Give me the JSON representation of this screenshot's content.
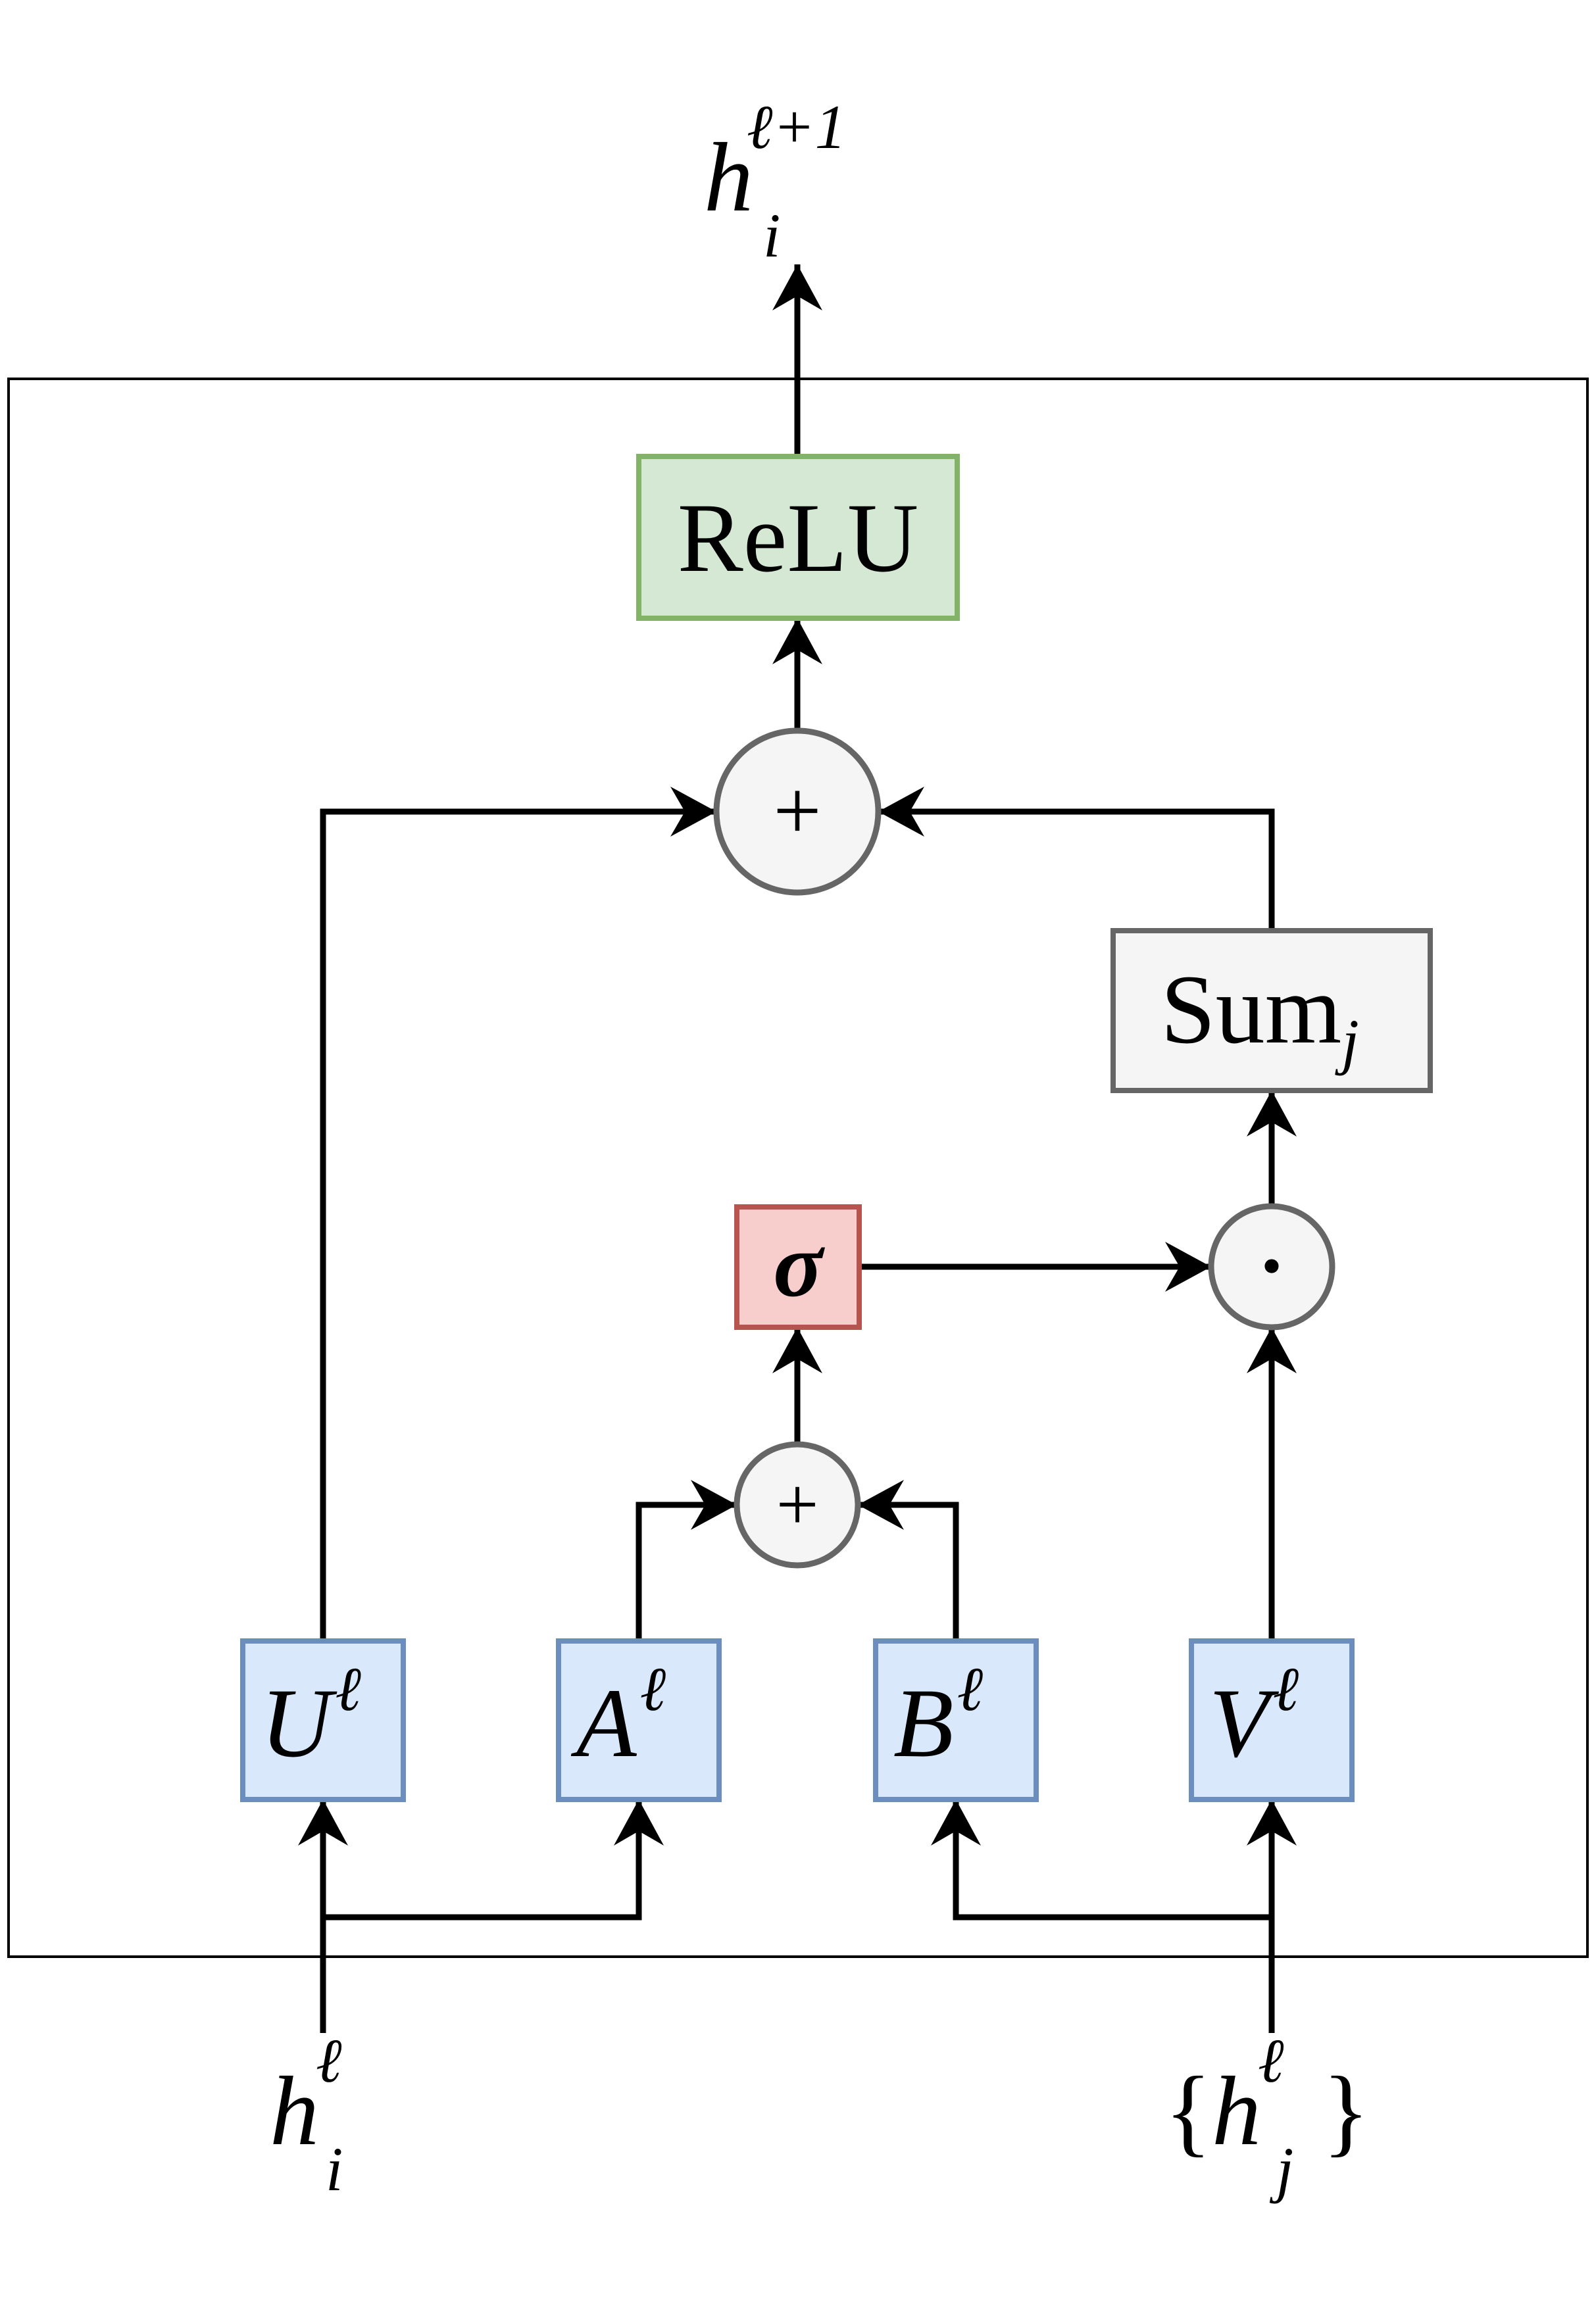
{
  "colors": {
    "relu_fill": "#d5e8d4",
    "relu_stroke": "#82b366",
    "weight_fill": "#dae8fc",
    "weight_stroke": "#6c8ebf",
    "sigma_fill": "#f8cecc",
    "sigma_stroke": "#b85450",
    "op_fill": "#f5f5f5",
    "op_stroke": "#666666"
  },
  "labels": {
    "output": {
      "base": "h",
      "sub": "i",
      "sup": "ℓ+1"
    },
    "input_i": {
      "base": "h",
      "sub": "i",
      "sup": "ℓ"
    },
    "input_j": {
      "open": "{",
      "base": "h",
      "sub": "j",
      "sup": "ℓ",
      "close": "}"
    },
    "relu": "ReLU",
    "sum": {
      "base": "Sum",
      "sub": "j"
    },
    "sigma": "σ",
    "plus": "+",
    "hadamard": "·",
    "weights": [
      {
        "base": "U",
        "sup": "ℓ"
      },
      {
        "base": "A",
        "sup": "ℓ"
      },
      {
        "base": "B",
        "sup": "ℓ"
      },
      {
        "base": "V",
        "sup": "ℓ"
      }
    ]
  }
}
